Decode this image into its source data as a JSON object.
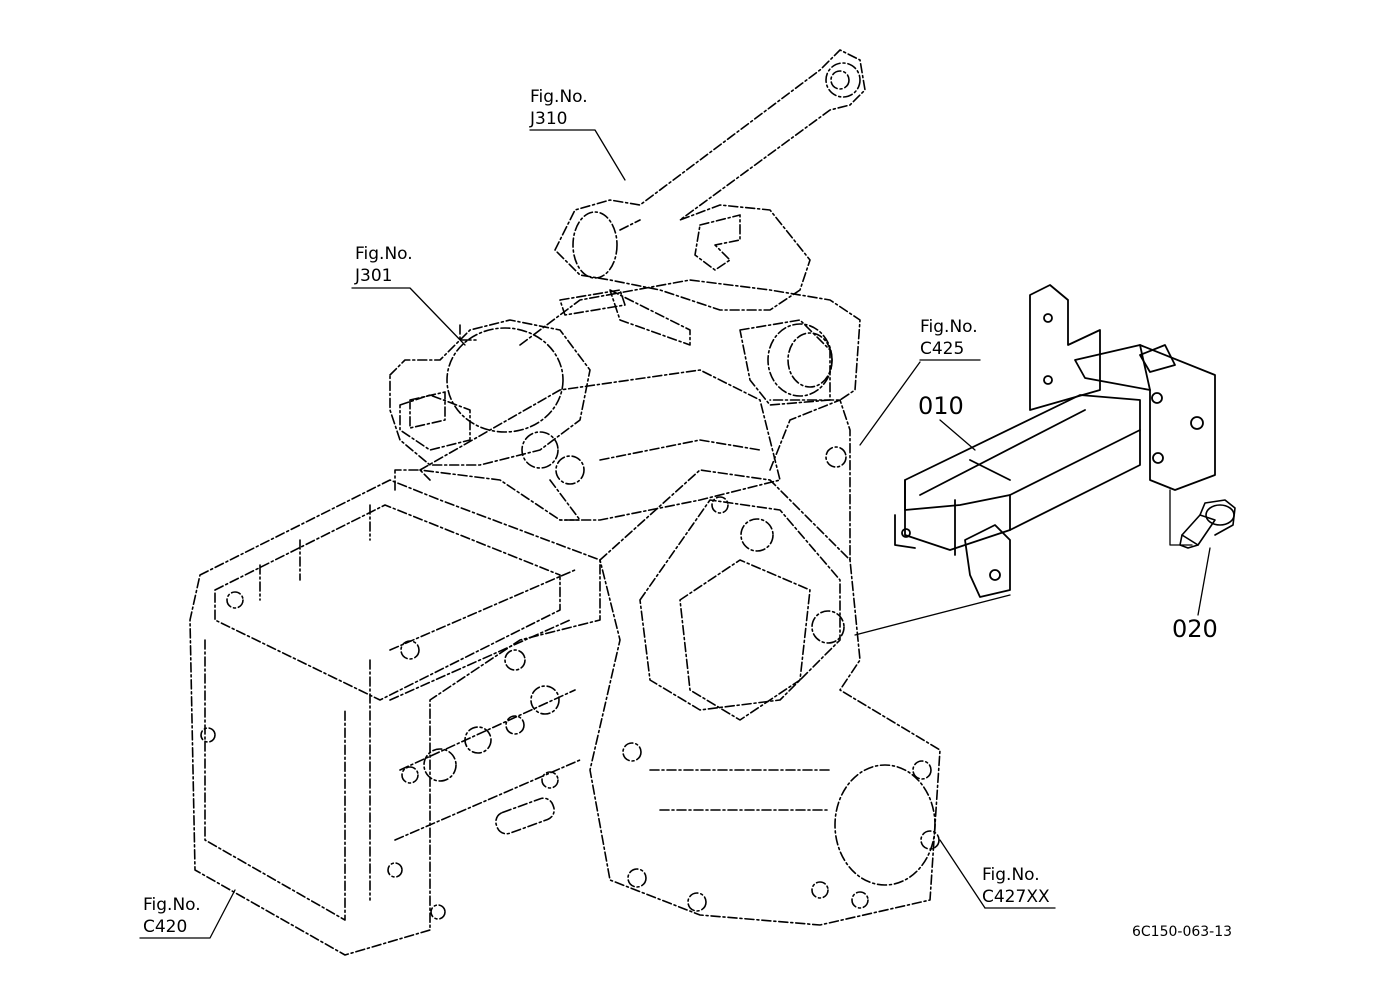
{
  "colors": {
    "ink": "#000000",
    "paper": "#ffffff"
  },
  "callouts": [
    {
      "id": "j310",
      "line1": "Fig.No.",
      "line2": "J310"
    },
    {
      "id": "j301",
      "line1": "Fig.No.",
      "line2": "J301"
    },
    {
      "id": "c425",
      "line1": "Fig.No.",
      "line2": "C425"
    },
    {
      "id": "c420",
      "line1": "Fig.No.",
      "line2": "C420"
    },
    {
      "id": "c427xx",
      "line1": "Fig.No.",
      "line2": "C427XX"
    }
  ],
  "parts": [
    {
      "id": "p010",
      "code": "010"
    },
    {
      "id": "p020",
      "code": "020"
    }
  ],
  "drawing_ref": "6C150-063-13"
}
